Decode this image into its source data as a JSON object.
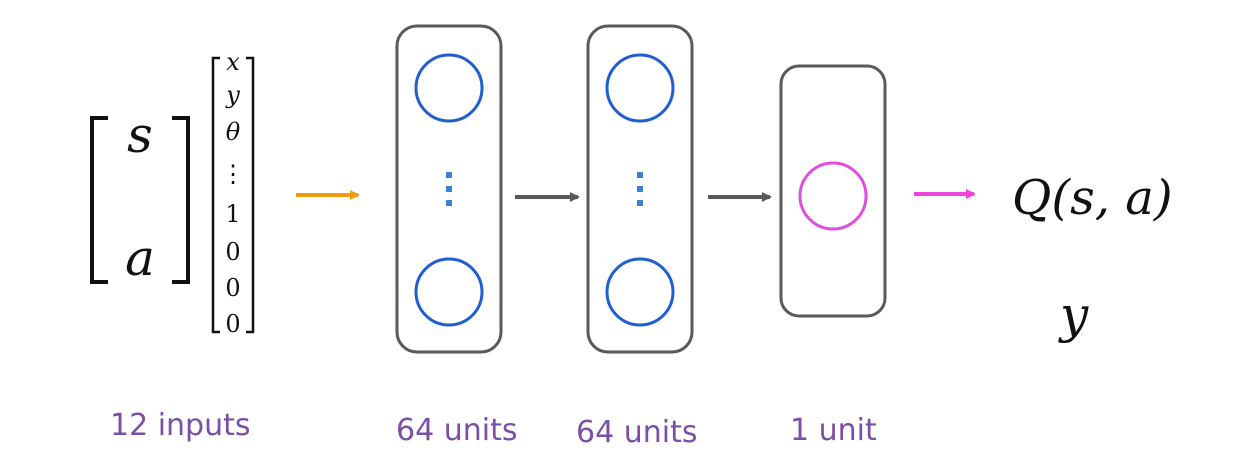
{
  "input_vector": {
    "s": "s",
    "a": "a",
    "features": [
      "x",
      "y",
      "θ",
      "⋮",
      "1",
      "0",
      "0",
      "0"
    ]
  },
  "layers": {
    "hidden1_ellipsis": "⋮",
    "hidden2_ellipsis": "⋮"
  },
  "output": {
    "q_label": "Q(s, a)",
    "y_label": "y"
  },
  "captions": {
    "inputs": "12 inputs",
    "hidden1": "64 units",
    "hidden2": "64 units",
    "output": "1 unit"
  },
  "colors": {
    "input_arrow": "#f39c12",
    "hidden_arrow": "#595959",
    "output_arrow": "#ee44dd",
    "hidden_neuron": "#1f5fcf",
    "output_neuron": "#e04ee0",
    "ellipsis": "#3b82d6",
    "box_stroke": "#5a5a5a",
    "caption": "#7b4fa6"
  }
}
